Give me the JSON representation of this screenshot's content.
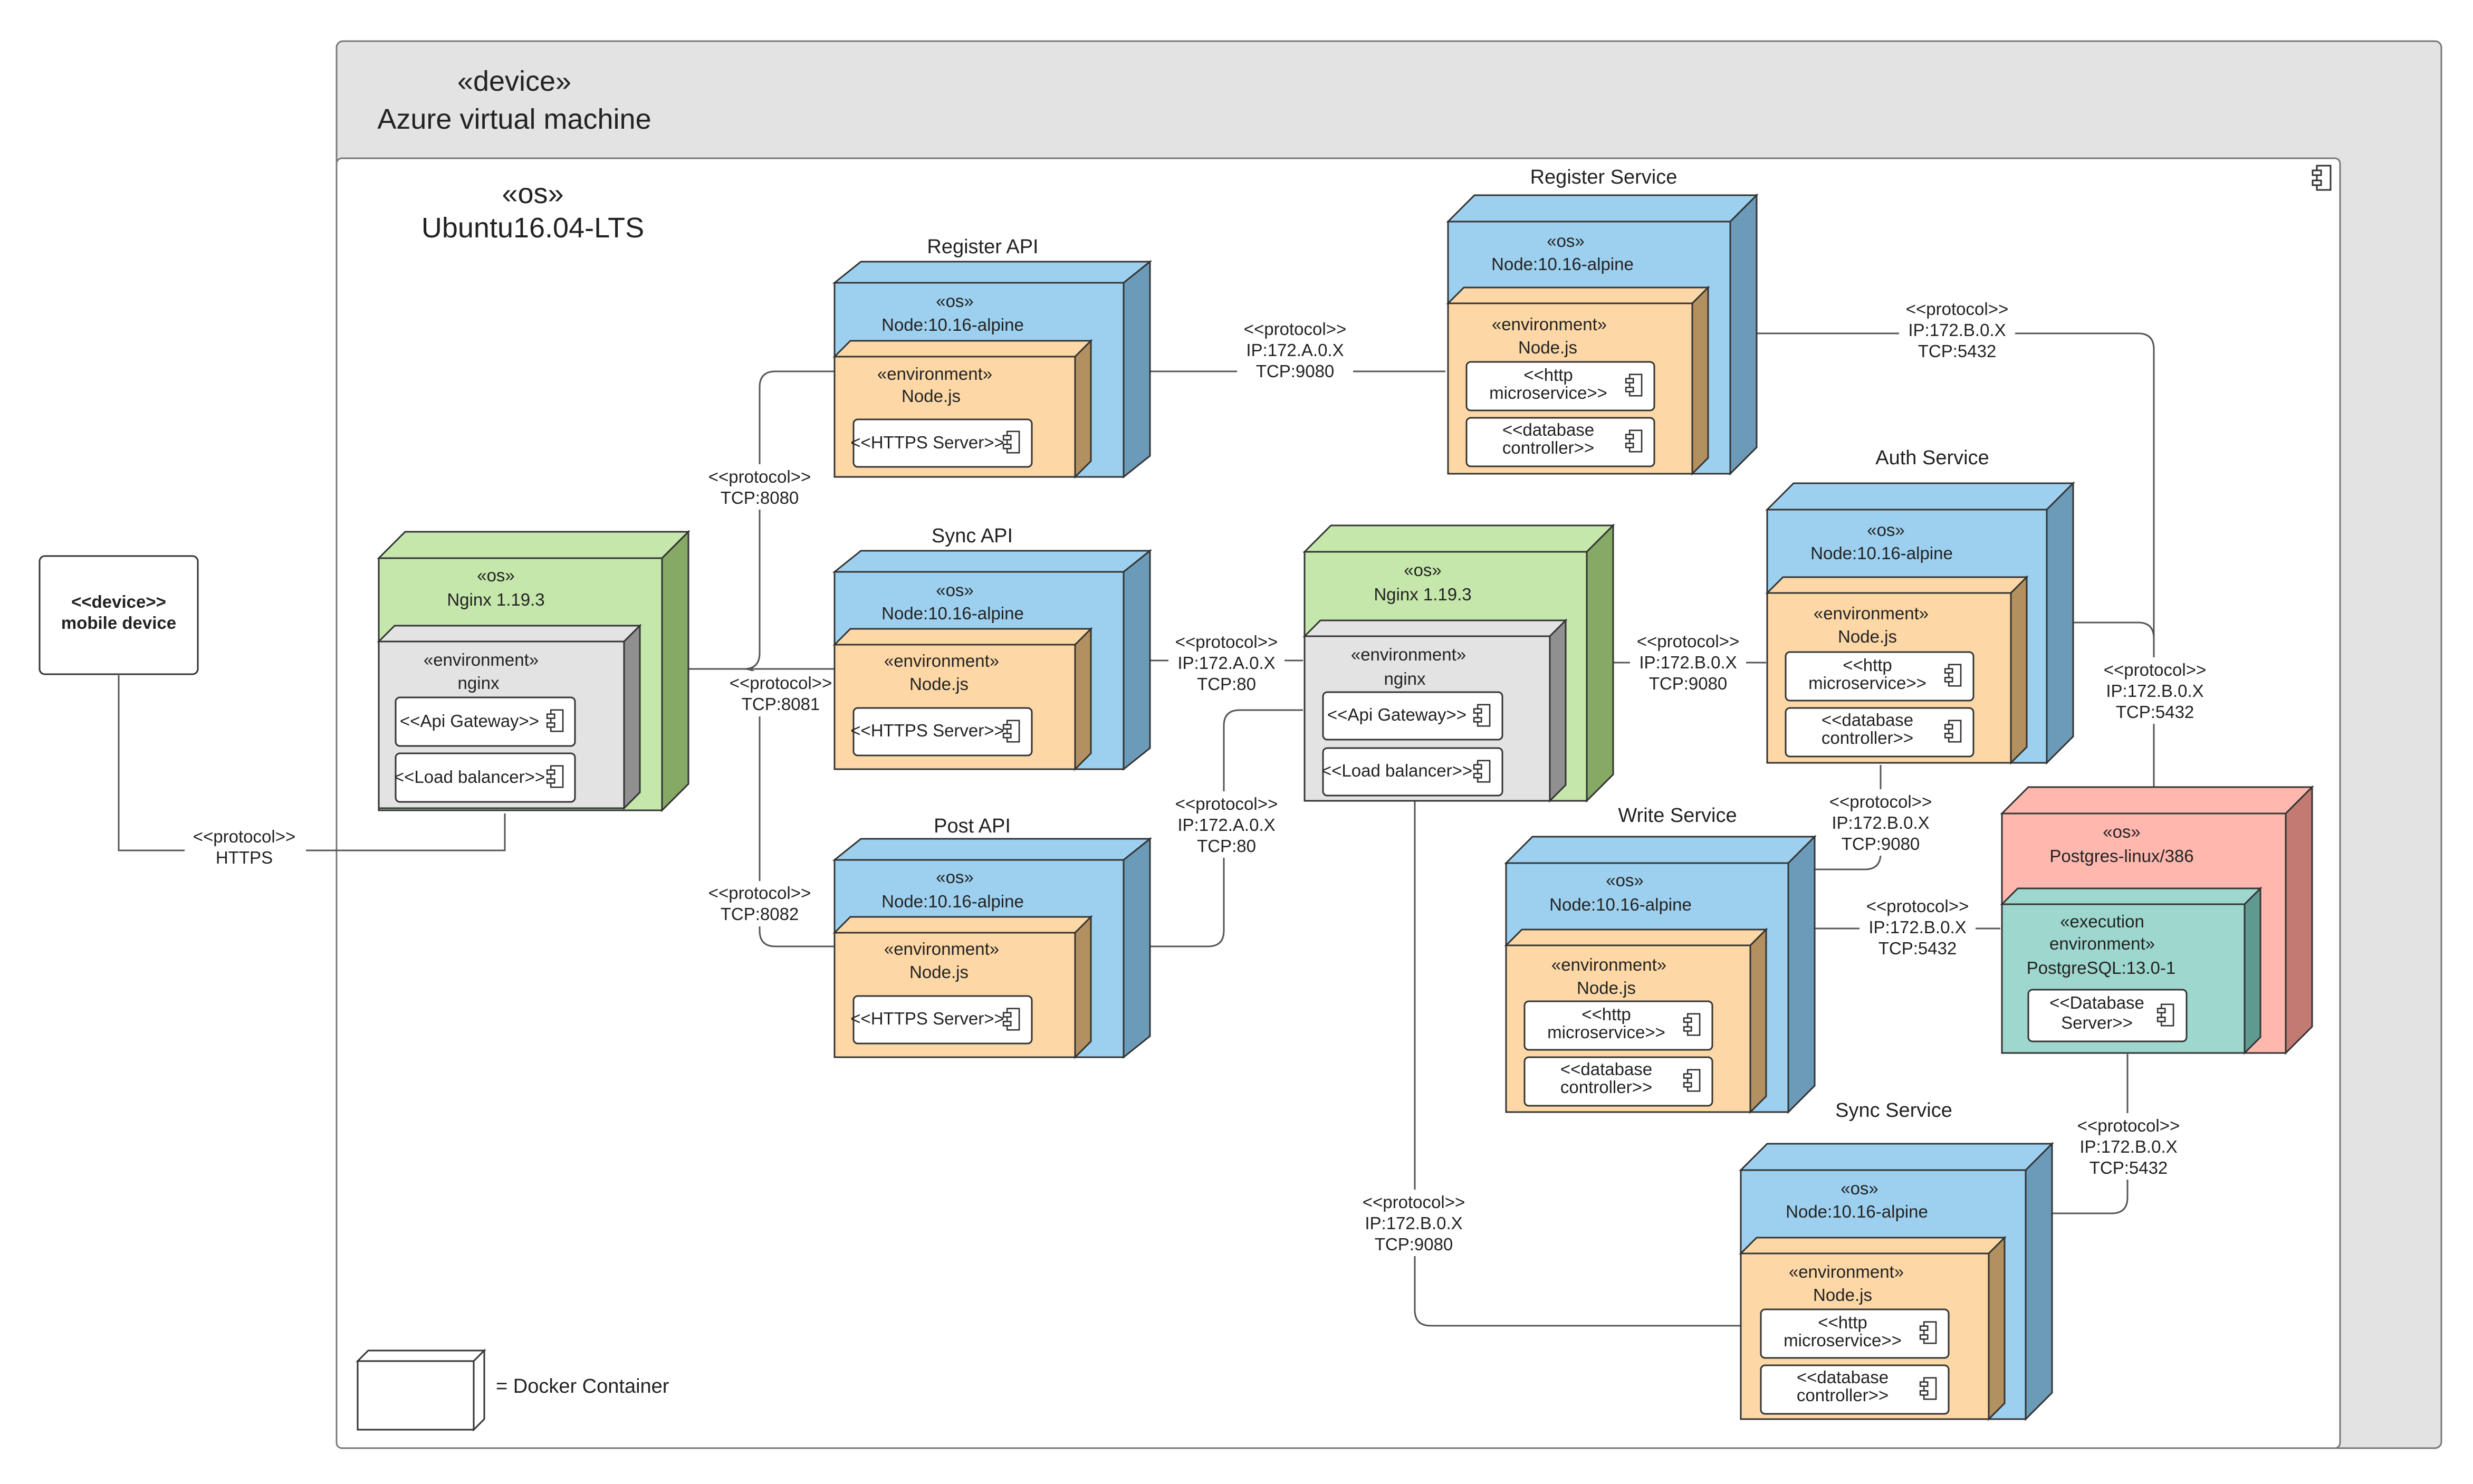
{
  "colors": {
    "device_gray": "#e3e3e3",
    "os_blue": "#9dd0ef",
    "os_green": "#c6e7ac",
    "os_red": "#ffb7ae",
    "env_orange": "#fdd8a6",
    "env_gray": "#e3e3e3",
    "env_teal": "#9ed7ce",
    "artifact": "#ffffff",
    "outline": "#333333"
  },
  "device": {
    "stereotype": "«device»",
    "name": "Azure virtual machine"
  },
  "os": {
    "stereotype": "«os»",
    "name": "Ubuntu16.04-LTS"
  },
  "mobile": {
    "line1": "<<device>>",
    "line2": "mobile device"
  },
  "legend": {
    "text": "= Docker Container"
  },
  "containers": {
    "gateway1": {
      "os": "«os»",
      "osname": "Nginx 1.19.3",
      "env": "«environment»",
      "envname": "nginx",
      "a1": "<<Api Gateway>>",
      "a2": "<<Load balancer>>"
    },
    "register_api": {
      "title": "Register API",
      "os": "«os»",
      "osname": "Node:10.16-alpine",
      "env": "«environment»",
      "envname": "Node.js",
      "a1": "<<HTTPS Server>>"
    },
    "sync_api": {
      "title": "Sync API",
      "os": "«os»",
      "osname": "Node:10.16-alpine",
      "env": "«environment»",
      "envname": "Node.js",
      "a1": "<<HTTPS Server>>"
    },
    "post_api": {
      "title": "Post API",
      "os": "«os»",
      "osname": "Node:10.16-alpine",
      "env": "«environment»",
      "envname": "Node.js",
      "a1": "<<HTTPS Server>>"
    },
    "gateway2": {
      "os": "«os»",
      "osname": "Nginx 1.19.3",
      "env": "«environment»",
      "envname": "nginx",
      "a1": "<<Api Gateway>>",
      "a2": "<<Load balancer>>"
    },
    "register_service": {
      "title": "Register Service",
      "os": "«os»",
      "osname": "Node:10.16-alpine",
      "env": "«environment»",
      "envname": "Node.js",
      "a1a": "<<http",
      "a1b": "microservice>>",
      "a2a": "<<database",
      "a2b": "controller>>"
    },
    "auth_service": {
      "title": "Auth Service",
      "os": "«os»",
      "osname": "Node:10.16-alpine",
      "env": "«environment»",
      "envname": "Node.js",
      "a1a": "<<http",
      "a1b": "microservice>>",
      "a2a": "<<database",
      "a2b": "controller>>"
    },
    "write_service": {
      "title": "Write Service",
      "os": "«os»",
      "osname": "Node:10.16-alpine",
      "env": "«environment»",
      "envname": "Node.js",
      "a1a": "<<http",
      "a1b": "microservice>>",
      "a2a": "<<database",
      "a2b": "controller>>"
    },
    "sync_service": {
      "title": "Sync Service",
      "os": "«os»",
      "osname": "Node:10.16-alpine",
      "env": "«environment»",
      "envname": "Node.js",
      "a1a": "<<http",
      "a1b": "microservice>>",
      "a2a": "<<database",
      "a2b": "controller>>"
    },
    "postgres": {
      "os": "«os»",
      "osname": "Postgres-linux/386",
      "env1": "«execution",
      "env2": "environment»",
      "envname": "PostgreSQL:13.0-1",
      "a1a": "<<Database",
      "a1b": "Server>>"
    }
  },
  "protocols": {
    "https": {
      "l1": "<<protocol>>",
      "l2": "HTTPS"
    },
    "tcp8080": {
      "l1": "<<protocol>>",
      "l2": "TCP:8080"
    },
    "tcp8081": {
      "l1": "<<protocol>>",
      "l2": "TCP:8081"
    },
    "tcp8082": {
      "l1": "<<protocol>>",
      "l2": "TCP:8082"
    },
    "reg_a": {
      "l1": "<<protocol>>",
      "l2": "IP:172.A.0.X",
      "l3": "TCP:9080"
    },
    "sync_a": {
      "l1": "<<protocol>>",
      "l2": "IP:172.A.0.X",
      "l3": "TCP:80"
    },
    "post_a": {
      "l1": "<<protocol>>",
      "l2": "IP:172.A.0.X",
      "l3": "TCP:80"
    },
    "auth_b": {
      "l1": "<<protocol>>",
      "l2": "IP:172.B.0.X",
      "l3": "TCP:9080"
    },
    "regsvc_db": {
      "l1": "<<protocol>>",
      "l2": "IP:172.B.0.X",
      "l3": "TCP:5432"
    },
    "auth_db": {
      "l1": "<<protocol>>",
      "l2": "IP:172.B.0.X",
      "l3": "TCP:5432"
    },
    "write_b": {
      "l1": "<<protocol>>",
      "l2": "IP:172.B.0.X",
      "l3": "TCP:9080"
    },
    "write_db": {
      "l1": "<<protocol>>",
      "l2": "IP:172.B.0.X",
      "l3": "TCP:5432"
    },
    "sync_db": {
      "l1": "<<protocol>>",
      "l2": "IP:172.B.0.X",
      "l3": "TCP:5432"
    },
    "sync_b": {
      "l1": "<<protocol>>",
      "l2": "IP:172.B.0.X",
      "l3": "TCP:9080"
    }
  }
}
